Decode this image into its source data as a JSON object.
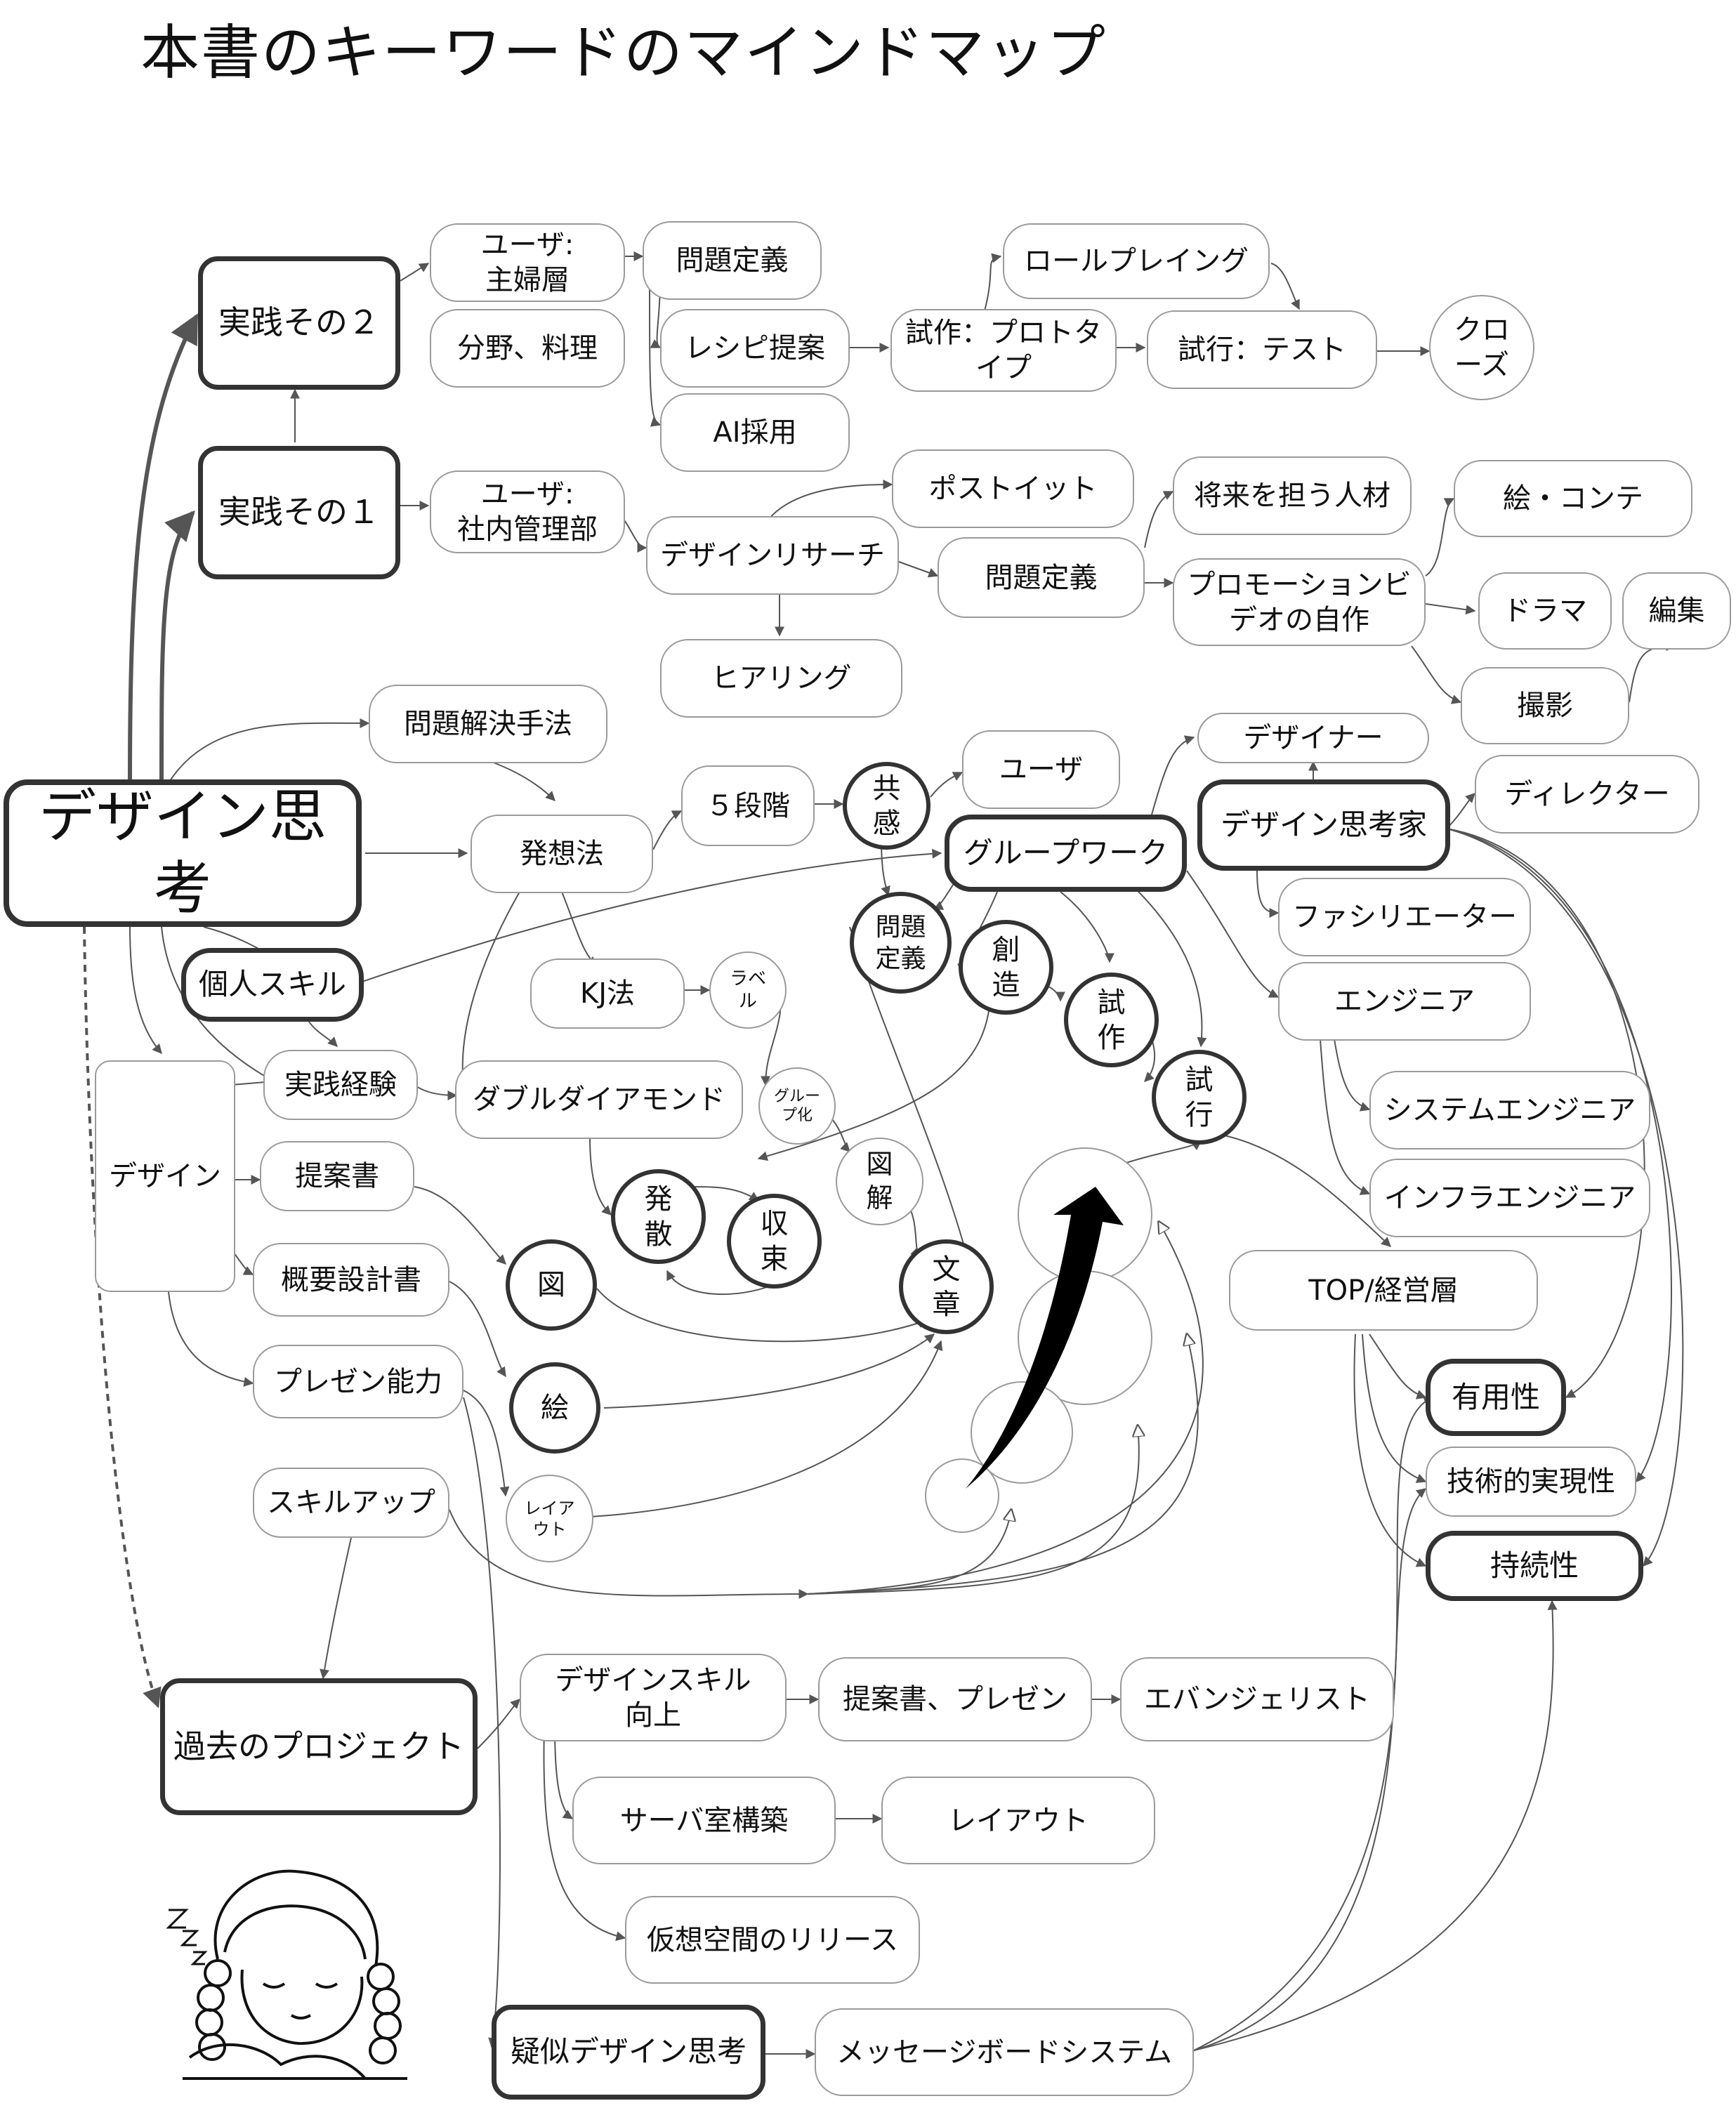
{
  "title": "本書のキーワードのマインドマップ",
  "nodes": {
    "design_thinking": "デザイン思考",
    "practice2": "実践その２",
    "practice1": "実践その１",
    "user_housewife": "ユーザ:\n主婦層",
    "field_cooking": "分野、料理",
    "problem_def_1": "問題定義",
    "recipe_proposal": "レシピ提案",
    "ai_adoption": "AI採用",
    "role_playing": "ロールプレイング",
    "prototype": "試作：プロトタ\nイプ",
    "trial_test": "試行：テスト",
    "close": "クロ\nーズ",
    "user_internal": "ユーザ:\n社内管理部",
    "design_research": "デザインリサーチ",
    "post_it": "ポストイット",
    "problem_def_2": "問題定義",
    "hearing": "ヒアリング",
    "future_talent": "将来を担う人材",
    "promo_video": "プロモーションビ\nデオの自作",
    "storyboard": "絵・コンテ",
    "drama": "ドラマ",
    "editing": "編集",
    "filming": "撮影",
    "problem_solving": "問題解決手法",
    "ideation": "発想法",
    "five_stages": "５段階",
    "empathy": "共\n感",
    "user": "ユーザ",
    "group_work": "グループワーク",
    "designer": "デザイナー",
    "design_thinker": "デザイン思考家",
    "director": "ディレクター",
    "facilitator": "ファシリエーター",
    "engineer": "エンジニア",
    "system_engineer": "システムエンジニア",
    "infra_engineer": "インフラエンジニア",
    "problem_def_3": "問題\n定義",
    "creation": "創\n造",
    "trial_make": "試\n作",
    "trial_run": "試\n行",
    "personal_skill": "個人スキル",
    "kj_method": "KJ法",
    "label": "ラベ\nル",
    "grouping": "グルー\nプ化",
    "double_diamond": "ダブルダイアモンド",
    "diagram_explain": "図\n解",
    "divergence": "発\n散",
    "convergence": "収\n束",
    "sentence": "文\n章",
    "design": "デザイン",
    "practical_exp": "実践経験",
    "proposal_doc": "提案書",
    "outline_design": "概要設計書",
    "presentation": "プレゼン能力",
    "figure": "図",
    "picture": "絵",
    "layout_small": "レイア\nウト",
    "skill_up": "スキルアップ",
    "top_mgmt": "TOP/経営層",
    "usefulness": "有用性",
    "feasibility": "技術的実現性",
    "sustainability": "持続性",
    "past_projects": "過去のプロジェクト",
    "design_skill_up": "デザインスキル\n向上",
    "proposal_presen": "提案書、プレゼン",
    "evangelist": "エバンジェリスト",
    "server_room": "サーバ室構築",
    "layout": "レイアウト",
    "virtual_space": "仮想空間のリリース",
    "pseudo_design": "疑似デザイン思考",
    "message_board": "メッセージボードシステム"
  },
  "colors": {
    "line": "#555555",
    "bold_border": "#333333",
    "thin_border": "#9a9a9a"
  }
}
